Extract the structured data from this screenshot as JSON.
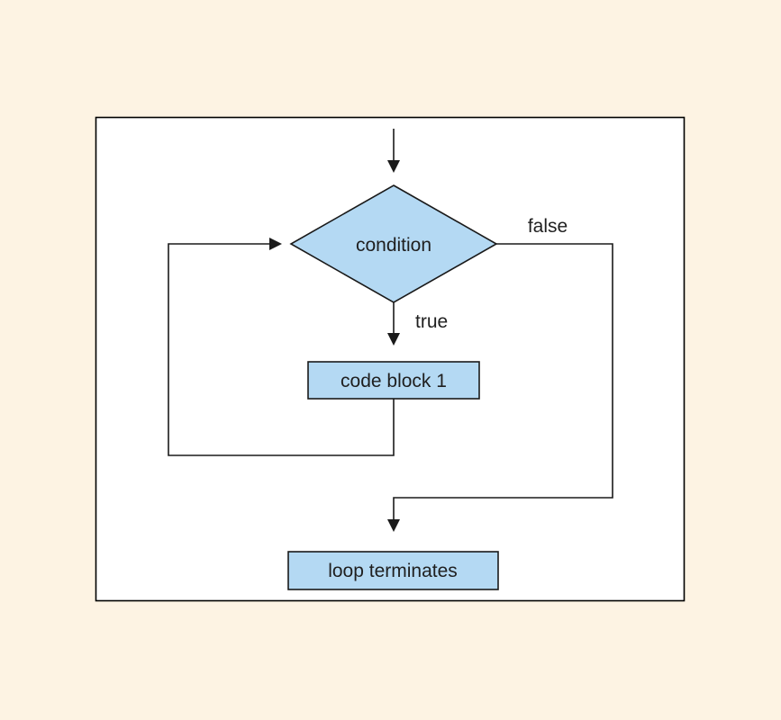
{
  "diagram": {
    "name": "while-loop-flowchart",
    "colors": {
      "background": "#fdf3e3",
      "canvas": "#ffffff",
      "frame_border": "#000000",
      "node_fill": "#b4d9f3",
      "node_border": "#1a1a1a",
      "line": "#1a1a1a",
      "text": "#1f1f1f"
    },
    "nodes": [
      {
        "id": "condition",
        "type": "decision",
        "label": "condition"
      },
      {
        "id": "code-block-1",
        "type": "process",
        "label": "code block 1"
      },
      {
        "id": "loop-terminates",
        "type": "process",
        "label": "loop terminates"
      }
    ],
    "edge_labels": {
      "true": "true",
      "false": "false"
    }
  }
}
